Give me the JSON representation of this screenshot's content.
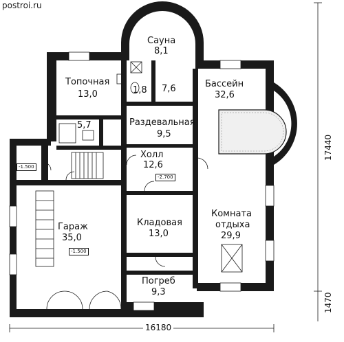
{
  "watermark": "postroi.ru",
  "rooms": {
    "sauna": {
      "name": "Сауна",
      "area": "8,1"
    },
    "boiler": {
      "name": "Топочная",
      "area": "13,0"
    },
    "wc": {
      "area": "1,8"
    },
    "shower": {
      "area": "7,6"
    },
    "pool": {
      "name": "Бассейн",
      "area": "32,6"
    },
    "bath": {
      "area": "5,7"
    },
    "dressing": {
      "name": "Раздевальная",
      "area": "9,5"
    },
    "hall": {
      "name": "Холл",
      "area": "12,6"
    },
    "garage": {
      "name": "Гараж",
      "area": "35,0"
    },
    "storage": {
      "name": "Кладовая",
      "area": "13,0"
    },
    "rest": {
      "name": "Комната",
      "name2": "отдыха",
      "area": "29,9"
    },
    "cellar": {
      "name": "Погреб",
      "area": "9,3"
    }
  },
  "levels": {
    "left": "-1.500",
    "hall": "-2.700",
    "garage": "-1.500"
  },
  "dimensions": {
    "width": "16180",
    "height": "17440",
    "side": "1470"
  }
}
